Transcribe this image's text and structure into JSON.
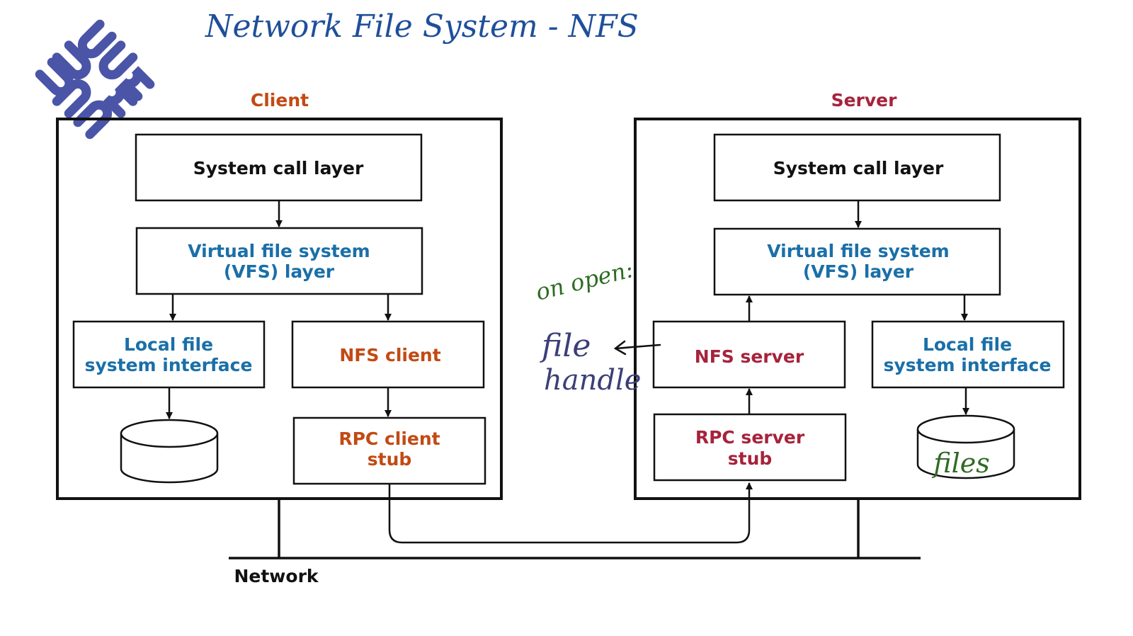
{
  "title": "Network File System - NFS",
  "colors": {
    "black": "#111111",
    "vfs_blue": "#1a6fa8",
    "client_orange": "#c24a14",
    "server_crimson": "#a6233c",
    "title_ink": "#1f4f9a",
    "annotation_green": "#2f6b24",
    "handle_ink": "#3b3f78",
    "logo_blue": "#4a55a8"
  },
  "logo": {
    "icon": "sun-microsystems-logo"
  },
  "client": {
    "heading": "Client",
    "syscall": "System call layer",
    "vfs_line1": "Virtual file system",
    "vfs_line2": "(VFS) layer",
    "local_line1": "Local file",
    "local_line2": "system interface",
    "nfs": "NFS client",
    "rpc_line1": "RPC client",
    "rpc_line2": "stub"
  },
  "server": {
    "heading": "Server",
    "syscall": "System call layer",
    "vfs_line1": "Virtual file system",
    "vfs_line2": "(VFS) layer",
    "local_line1": "Local file",
    "local_line2": "system interface",
    "nfs": "NFS server",
    "rpc_line1": "RPC server",
    "rpc_line2": "stub",
    "disk_label": "files"
  },
  "network_label": "Network",
  "annotations": {
    "on_open": "on open:",
    "file": "file",
    "handle": "handle"
  }
}
